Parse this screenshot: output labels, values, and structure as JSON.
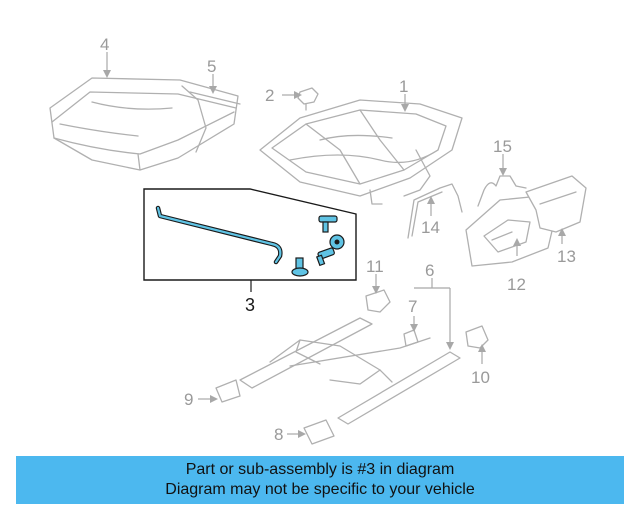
{
  "callouts": {
    "c1": "1",
    "c2": "2",
    "c3": "3",
    "c4": "4",
    "c5": "5",
    "c6": "6",
    "c7": "7",
    "c8": "8",
    "c9": "9",
    "c10": "10",
    "c11": "11",
    "c12": "12",
    "c13": "13",
    "c14": "14",
    "c15": "15"
  },
  "highlighted_part": "3",
  "colors": {
    "highlight": "#5fc3e4",
    "banner": "#4cb8ef",
    "ghost": "#b0b0b0"
  },
  "banner": {
    "line1": "Part or sub-assembly is #3 in diagram",
    "line2": "Diagram may not be specific to your vehicle"
  }
}
